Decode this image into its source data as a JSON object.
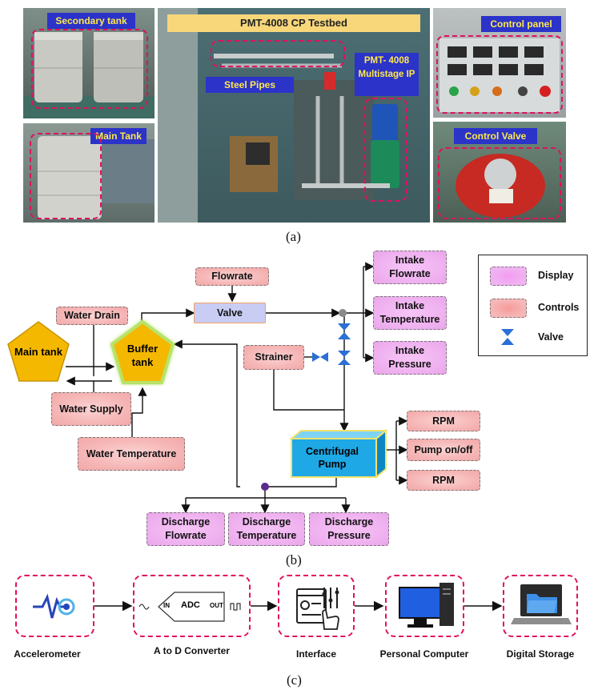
{
  "panel_a": {
    "caption": "(a)",
    "photos": {
      "secondary_tank": "Secondary tank",
      "main_tank": "Main Tank",
      "testbed_title": "PMT-4008 CP Testbed",
      "steel_pipes": "Steel Pipes",
      "multistage_ip": "PMT- 4008 Multistage IP",
      "control_panel": "Control panel",
      "control_valve": "Control Valve"
    }
  },
  "panel_b": {
    "caption": "(b)",
    "nodes": {
      "flowrate": "Flowrate",
      "valve": "Valve",
      "water_drain": "Water Drain",
      "main_tank": "Main tank",
      "buffer_tank": "Buffer tank",
      "water_supply": "Water Supply",
      "water_temperature": "Water Temperature",
      "strainer": "Strainer",
      "intake_flowrate": "Intake Flowrate",
      "intake_temperature": "Intake Temperature",
      "intake_pressure": "Intake Pressure",
      "centrifugal_pump": "Centrifugal Pump",
      "rpm_top": "RPM",
      "pump_on_off": "Pump on/off",
      "rpm_bottom": "RPM",
      "discharge_flowrate": "Discharge Flowrate",
      "discharge_temperature": "Discharge Temperature",
      "discharge_pressure": "Discharge Pressure"
    },
    "legend": {
      "display": "Display",
      "controls": "Controls",
      "valve": "Valve"
    },
    "colors": {
      "display": "#f0b3f0",
      "controls": "#f6b7b7",
      "tank": "#f5b800",
      "pump": "#1ea8e6",
      "valve_box": "#c9cdf3"
    }
  },
  "panel_c": {
    "caption": "(c)",
    "stages": [
      {
        "label": "Accelerometer",
        "icon": "accelerometer-icon"
      },
      {
        "label": "A to D Converter",
        "icon": "adc-icon"
      },
      {
        "label": "Interface",
        "icon": "interface-icon"
      },
      {
        "label": "Personal Computer",
        "icon": "computer-icon"
      },
      {
        "label": "Digital Storage",
        "icon": "storage-icon"
      }
    ],
    "adc": {
      "title": "ADC",
      "in": "IN",
      "out": "OUT"
    }
  }
}
